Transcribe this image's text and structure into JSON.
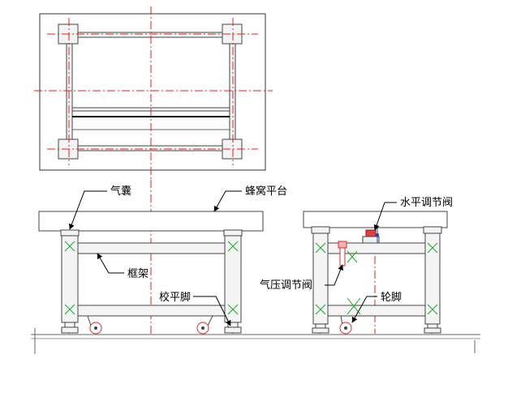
{
  "labels": {
    "air_bag": "气囊",
    "honeycomb_platform": "蜂窝平台",
    "frame": "框架",
    "leveling_foot": "校平脚",
    "level_valve": "水平调节阀",
    "pressure_valve": "气压调节阀",
    "caster": "轮脚"
  },
  "colors": {
    "centerline": "#e02020",
    "outline": "#444444",
    "spring_mark": "#1aa82a",
    "valve_accent": "#d03030",
    "valve_blue": "#2040c0"
  }
}
